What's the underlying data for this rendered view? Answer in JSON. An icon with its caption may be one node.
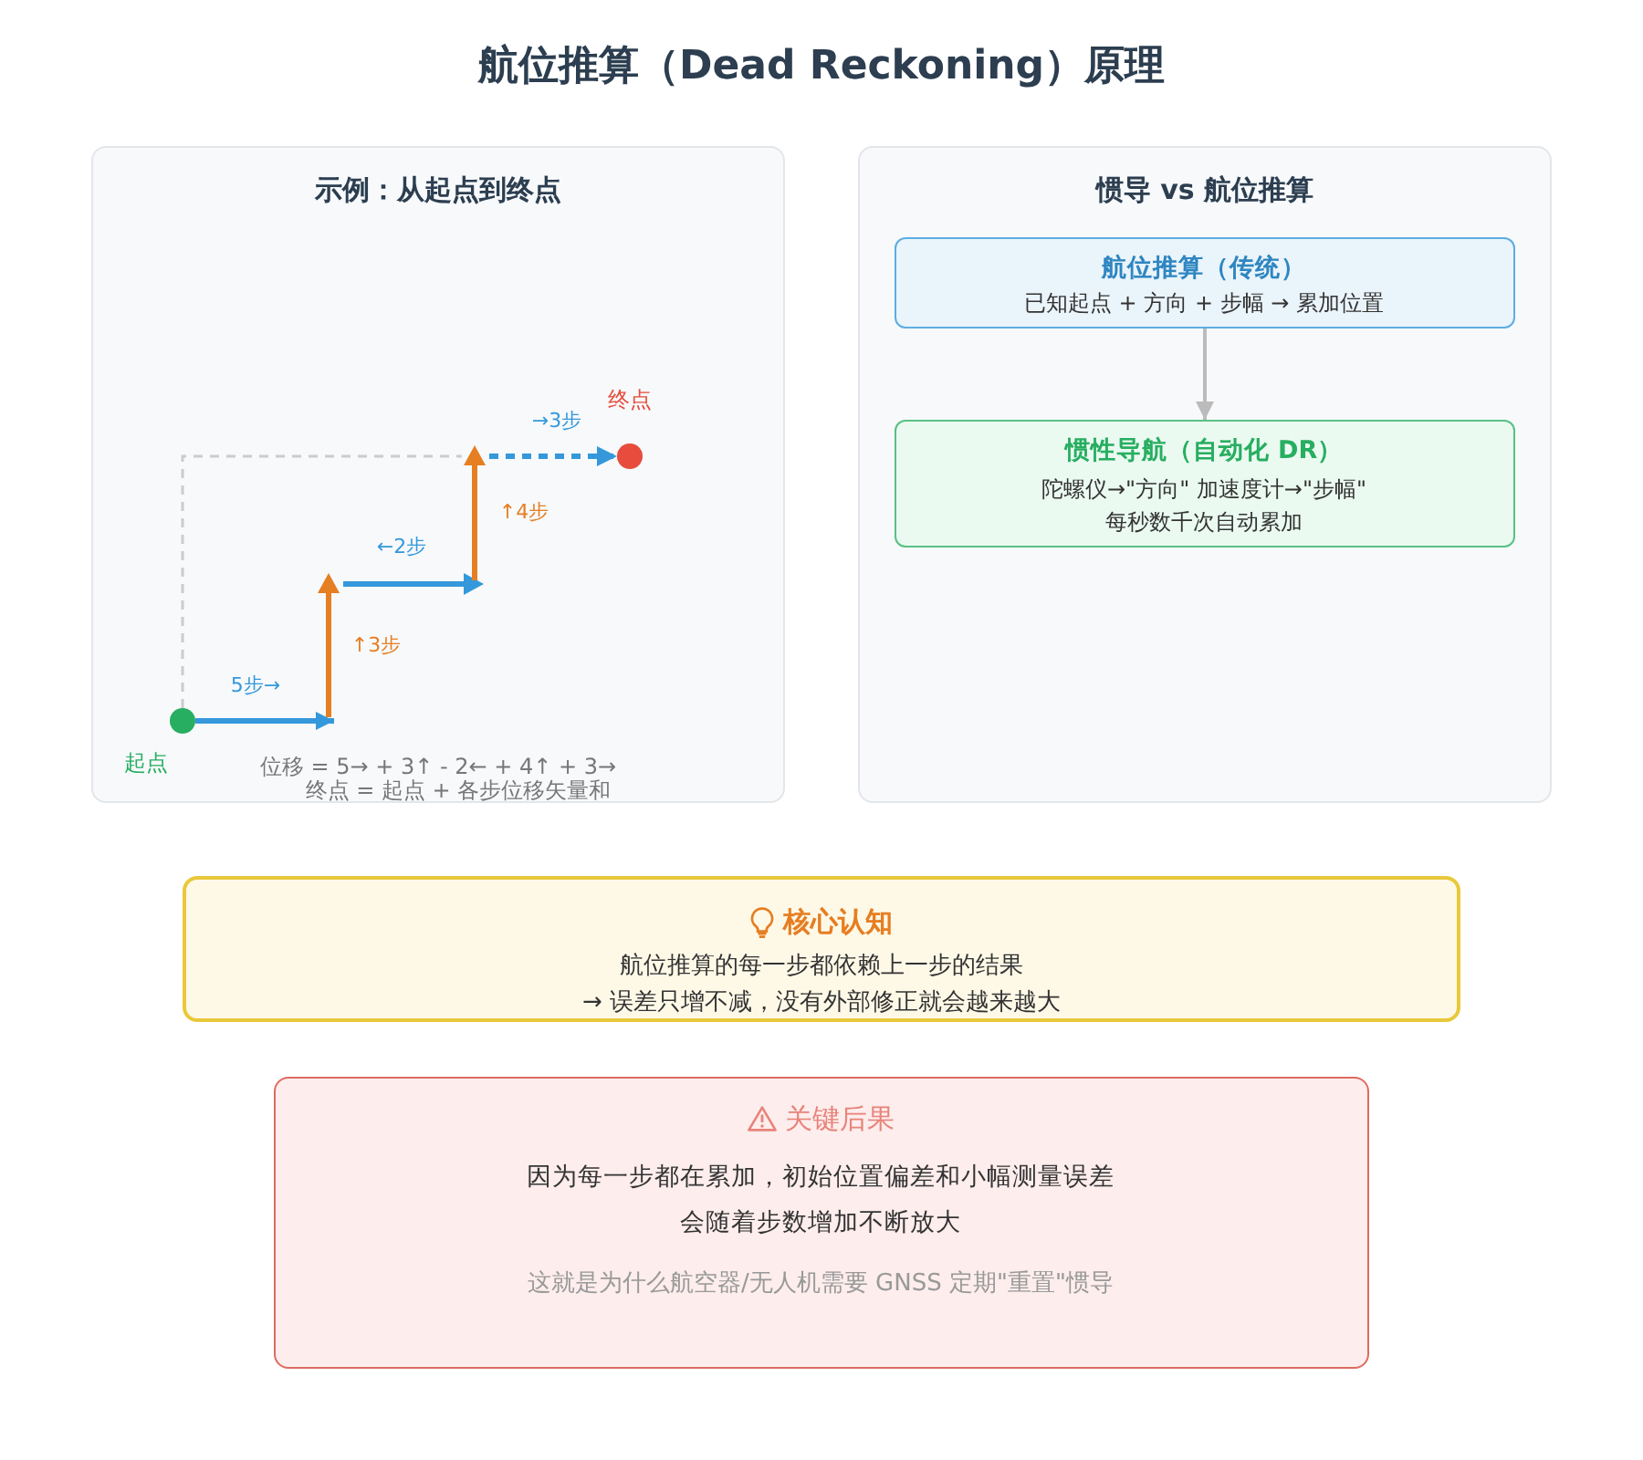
{
  "diagram": {
    "title": "航位推算（Dead Reckoning）原理",
    "nodes": [
      {
        "text": [
          "示例：从起点到终点"
        ]
      },
      {
        "text": [],
        "shape": "circle",
        "in": 0,
        "beside": [
          "起点"
        ]
      },
      {
        "text": [],
        "shape": "circle",
        "in": 0,
        "beside": [
          "终点"
        ]
      },
      {
        "text": [
          "惯导 vs 航位推算"
        ]
      },
      {
        "text": [
          "航位推算（传统）",
          "已知起点 + 方向 + 步幅 → 累加位置"
        ],
        "in": 3
      },
      {
        "text": [
          "惯性导航（自动化 DR）",
          "陀螺仪→\"方向\" 加速度计→\"步幅\"",
          "每秒数千次自动累加"
        ],
        "in": 3
      },
      {
        "text": [
          "核心认知",
          "航位推算的每一步都依赖上一步的结果",
          "→ 误差只增不减，没有外部修正就会越来越大"
        ]
      },
      {
        "text": [
          "关键后果",
          "因为每一步都在累加，初始位置偏差和小幅测量误差",
          "会随着步数增加不断放大",
          "这就是为什么航空器/无人机需要 GNSS 定期\"重置\"惯导"
        ]
      }
    ],
    "edges": [
      {
        "from": 1,
        "to": null,
        "arrow": "to",
        "label": "5步→",
        "color": "#3498db"
      },
      {
        "from": null,
        "to": 2,
        "arrow": "to",
        "label": "→3步",
        "color": "#3498db",
        "style": "dashed"
      },
      {
        "from": 1,
        "to": null,
        "arrow": "none",
        "style": "dashed",
        "color": "#cccccc"
      },
      {
        "from": 4,
        "to": 5,
        "arrow": "to",
        "color": "#bbbbbb"
      }
    ],
    "labels": [
      "↑4步",
      "←2步",
      "↑3步",
      "位移 = 5→ + 3↑ - 2← + 4↑ + 3→",
      "终点 = 起点 + 各步位移矢量和"
    ]
  }
}
